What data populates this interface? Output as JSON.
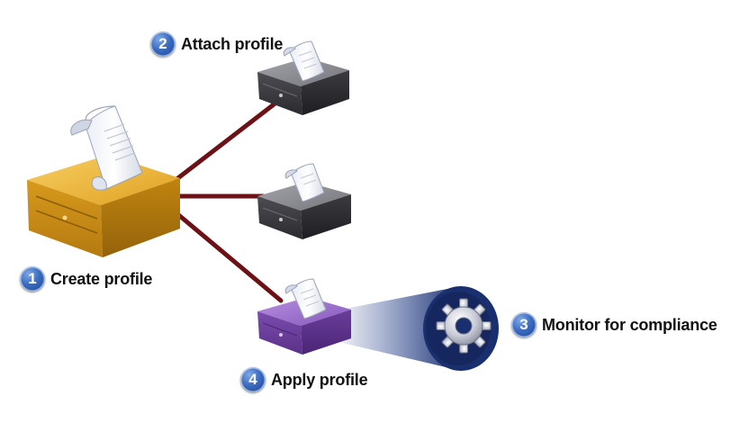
{
  "steps": [
    {
      "number": "1",
      "label": "Create profile"
    },
    {
      "number": "2",
      "label": "Attach profile"
    },
    {
      "number": "3",
      "label": "Monitor for compliance"
    },
    {
      "number": "4",
      "label": "Apply profile"
    }
  ],
  "nodes": {
    "master": {
      "color": "#e4a422"
    },
    "target_top": {
      "color": "#4a4a4f"
    },
    "target_mid": {
      "color": "#4a4a4f"
    },
    "target_applied": {
      "color": "#6a3f98"
    }
  },
  "connector_color": "#6e1117",
  "beam_color": "#1a2f6e",
  "icons": {
    "document": "profile-scroll-icon",
    "compliance": "gear-icon"
  }
}
